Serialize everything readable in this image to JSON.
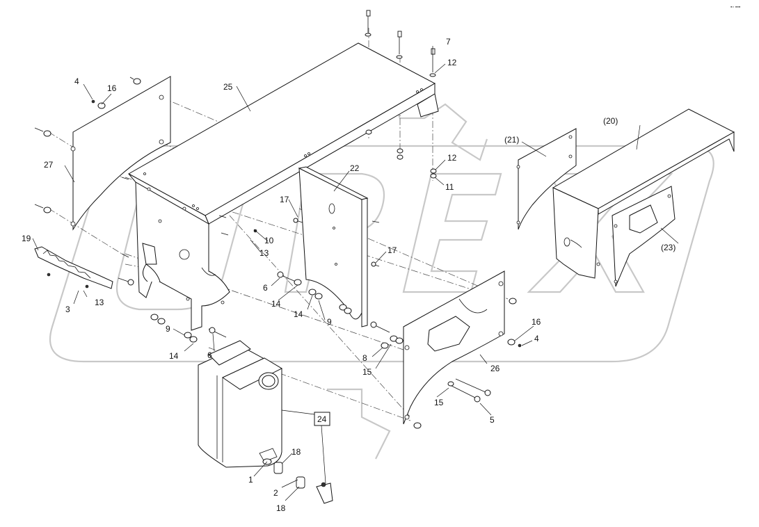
{
  "corner_mark": "▪▫ ▪▪▪",
  "labels": {
    "l1": "1",
    "l2": "2",
    "l3": "3",
    "l4a": "4",
    "l4b": "4",
    "l5": "5",
    "l6a": "6",
    "l6b": "6",
    "l7": "7",
    "l8": "8",
    "l9a": "9",
    "l9b": "9",
    "l10": "10",
    "l11": "11",
    "l12a": "12",
    "l12b": "12",
    "l13a": "13",
    "l13b": "13",
    "l14a": "14",
    "l14b": "14",
    "l14c": "14",
    "l15a": "15",
    "l15b": "15",
    "l16a": "16",
    "l16b": "16",
    "l17a": "17",
    "l17b": "17",
    "l18a": "18",
    "l18b": "18",
    "l19": "19",
    "l20": "(20)",
    "l21": "(21)",
    "l22": "22",
    "l23": "(23)",
    "l24": "24",
    "l25": "25",
    "l26": "26",
    "l27": "27"
  }
}
